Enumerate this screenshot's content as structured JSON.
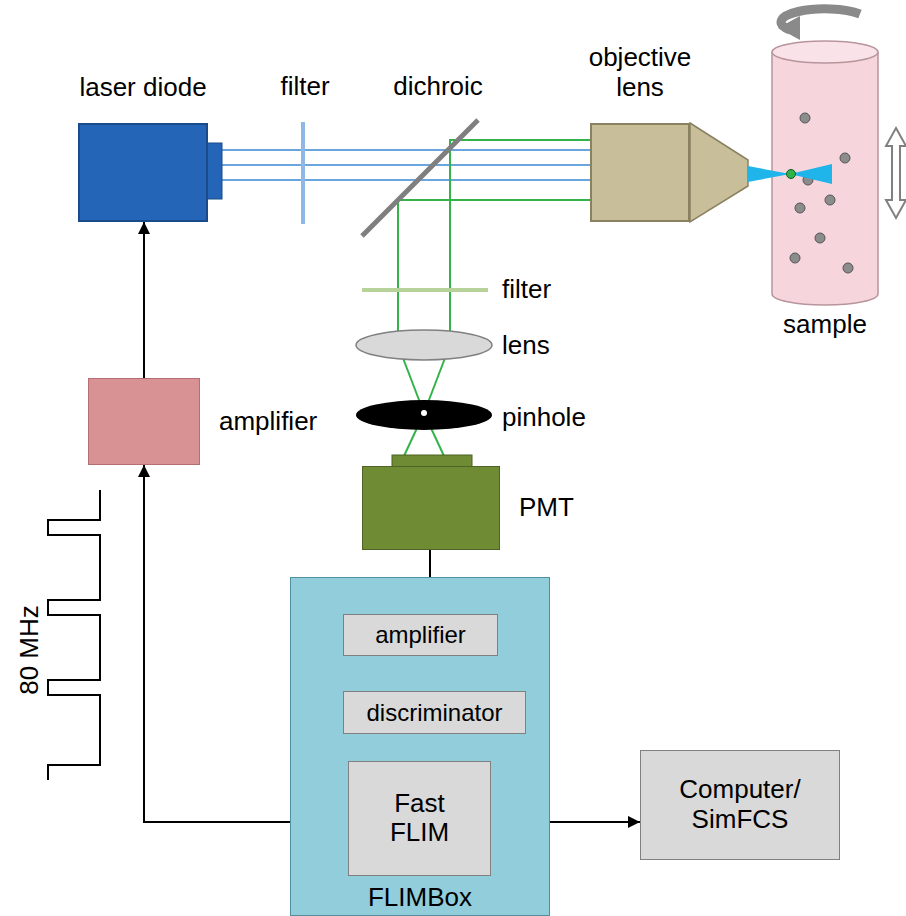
{
  "diagram": {
    "nodes": [
      {
        "text": [
          "laser diode"
        ]
      },
      {
        "text": [
          "objective lens"
        ]
      },
      {
        "text": [
          "sample"
        ]
      },
      {
        "text": [
          "amplifier"
        ]
      },
      {
        "text": [
          "PMT"
        ]
      },
      {
        "text": [
          "FLIMBox"
        ]
      },
      {
        "text": [
          "amplifier"
        ],
        "in": 5
      },
      {
        "text": [
          "discriminator"
        ],
        "in": 5
      },
      {
        "text": [
          "Fast FLIM"
        ],
        "in": 5
      },
      {
        "text": [
          "Computer/ SimFCS"
        ]
      }
    ],
    "edges": [
      {
        "from": 3,
        "to": 0,
        "arrow": "to"
      },
      {
        "from": 8,
        "to": 3,
        "arrow": "to"
      },
      {
        "from": 4,
        "to": 6,
        "arrow": "to"
      },
      {
        "from": 6,
        "to": 7,
        "arrow": "to"
      },
      {
        "from": 7,
        "to": 8,
        "arrow": "to"
      },
      {
        "from": 8,
        "to": 9,
        "arrow": "to"
      }
    ],
    "labels": [
      "filter",
      "dichroic",
      "filter",
      "lens",
      "pinhole",
      "80 MHz"
    ]
  }
}
